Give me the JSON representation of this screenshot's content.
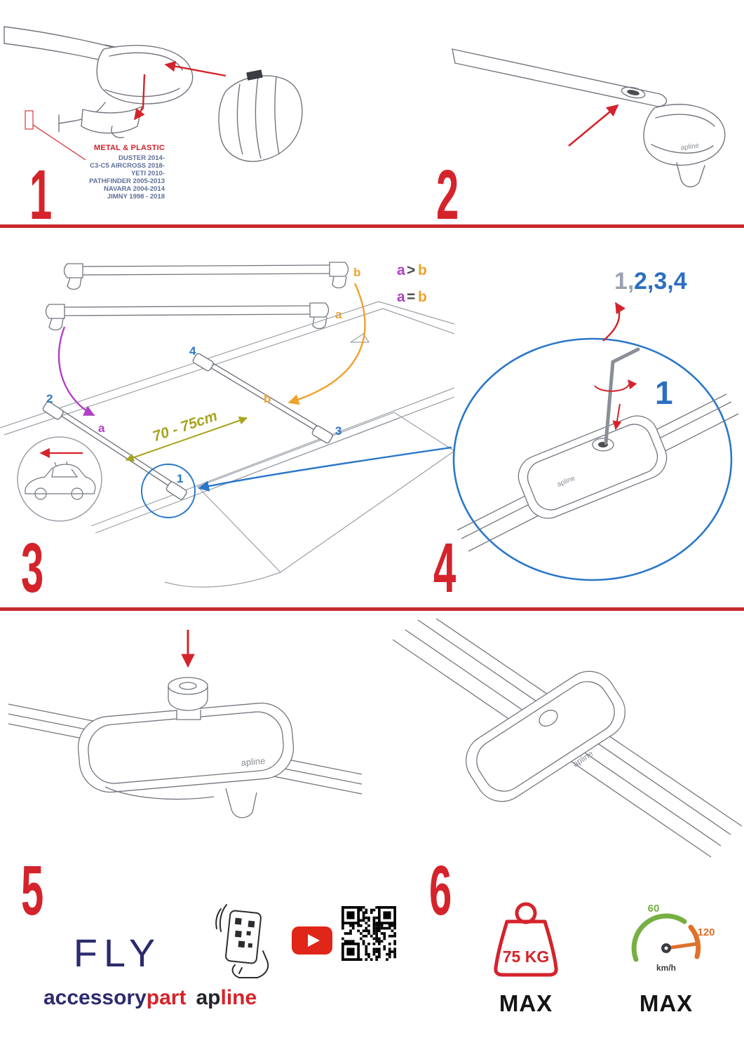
{
  "palette": {
    "red": "#d5232b",
    "blue": "#2a77c9",
    "purple": "#b03fc4",
    "orange": "#f0a12c",
    "olive": "#a6a51d",
    "navy": "#2b2b6e",
    "green": "#76b043",
    "gray_sequence": "#9aa3ae"
  },
  "step1": {
    "number": "1",
    "material_label": "METAL & PLASTIC",
    "models": [
      "DUSTER 2014-",
      "C3-C5 AIRCROSS 2018-",
      "YETI 2010-",
      "PATHFINDER 2005-2013",
      "NAVARA 2004-2014",
      "JIMNY 1998 - 2018"
    ]
  },
  "step2": {
    "number": "2",
    "clamp_brand": "apline"
  },
  "step3": {
    "number": "3",
    "bar_label_b": "b",
    "bar_label_a": "a",
    "roof_label_a": "a",
    "roof_label_b": "b",
    "pos_1": "1",
    "pos_2": "2",
    "pos_3": "3",
    "pos_4": "4",
    "measurement": "70 - 75cm",
    "rule_greater": {
      "a": "a",
      "op": ">",
      "b": "b"
    },
    "rule_equal": {
      "a": "a",
      "op": "=",
      "b": "b"
    }
  },
  "step4": {
    "number": "4",
    "sequence_first": "1,",
    "sequence_rest": "2,3,4",
    "tool_position": "1",
    "clamp_brand": "apline"
  },
  "step5": {
    "number": "5",
    "clamp_brand": "apline"
  },
  "step6": {
    "number": "6",
    "clamp_brand": "apline"
  },
  "footer": {
    "product_name": "FLY",
    "brand_accessory": "accessory",
    "brand_part": "part",
    "brand_ap": "ap",
    "brand_line": "line",
    "weight_limit": "75 KG",
    "weight_max": "MAX",
    "speed_low": "60",
    "speed_high": "120",
    "speed_unit": "km/h",
    "speed_max": "MAX"
  },
  "icons": {
    "phone_scan": "phone-qr-scan-icon",
    "youtube": "youtube-icon",
    "qr": "qr-code-icon",
    "weight": "weight-limit-icon",
    "speedometer": "speedometer-icon"
  }
}
